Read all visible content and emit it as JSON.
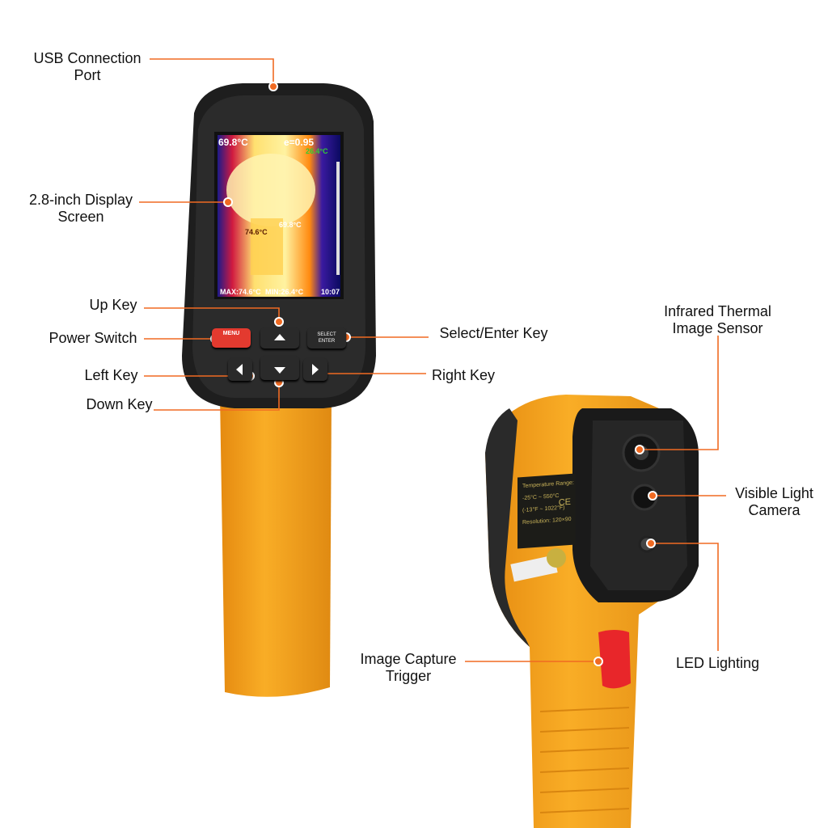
{
  "labels": {
    "usb_port": [
      "USB Connection",
      "Port"
    ],
    "display": [
      "2.8-inch Display",
      "Screen"
    ],
    "up_key": "Up Key",
    "power_switch": "Power Switch",
    "left_key": "Left Key",
    "down_key": "Down Key",
    "select_enter_key": "Select/Enter Key",
    "right_key": "Right Key",
    "ir_sensor": [
      "Infrared Thermal",
      "Image Sensor"
    ],
    "visible_camera": [
      "Visible Light",
      "Camera"
    ],
    "led_lighting": "LED Lighting",
    "capture_trigger": [
      "Image Capture",
      "Trigger"
    ]
  },
  "screen": {
    "center_temp": "69.8°C",
    "emissivity": "e=0.95",
    "ambient": "26.4°C",
    "spot_hot": "74.6°C",
    "spot_center": "69.8°C",
    "max": "MAX:74.6°C",
    "min": "MIN:26.4°C",
    "time": "10:07"
  },
  "keys": {
    "menu": "MENU",
    "select": "SELECT",
    "enter": "ENTER"
  },
  "spec_plate": {
    "lines": [
      "Temperature Range:",
      "-25°C ~ 550°C",
      "(-13°F ~ 1022°F)",
      "Resolution: 120×90"
    ],
    "mark": "CE"
  },
  "colors": {
    "accent": "#f06a22",
    "body": "#f6a21a",
    "shell": "#222222",
    "trigger": "#e8262a"
  }
}
